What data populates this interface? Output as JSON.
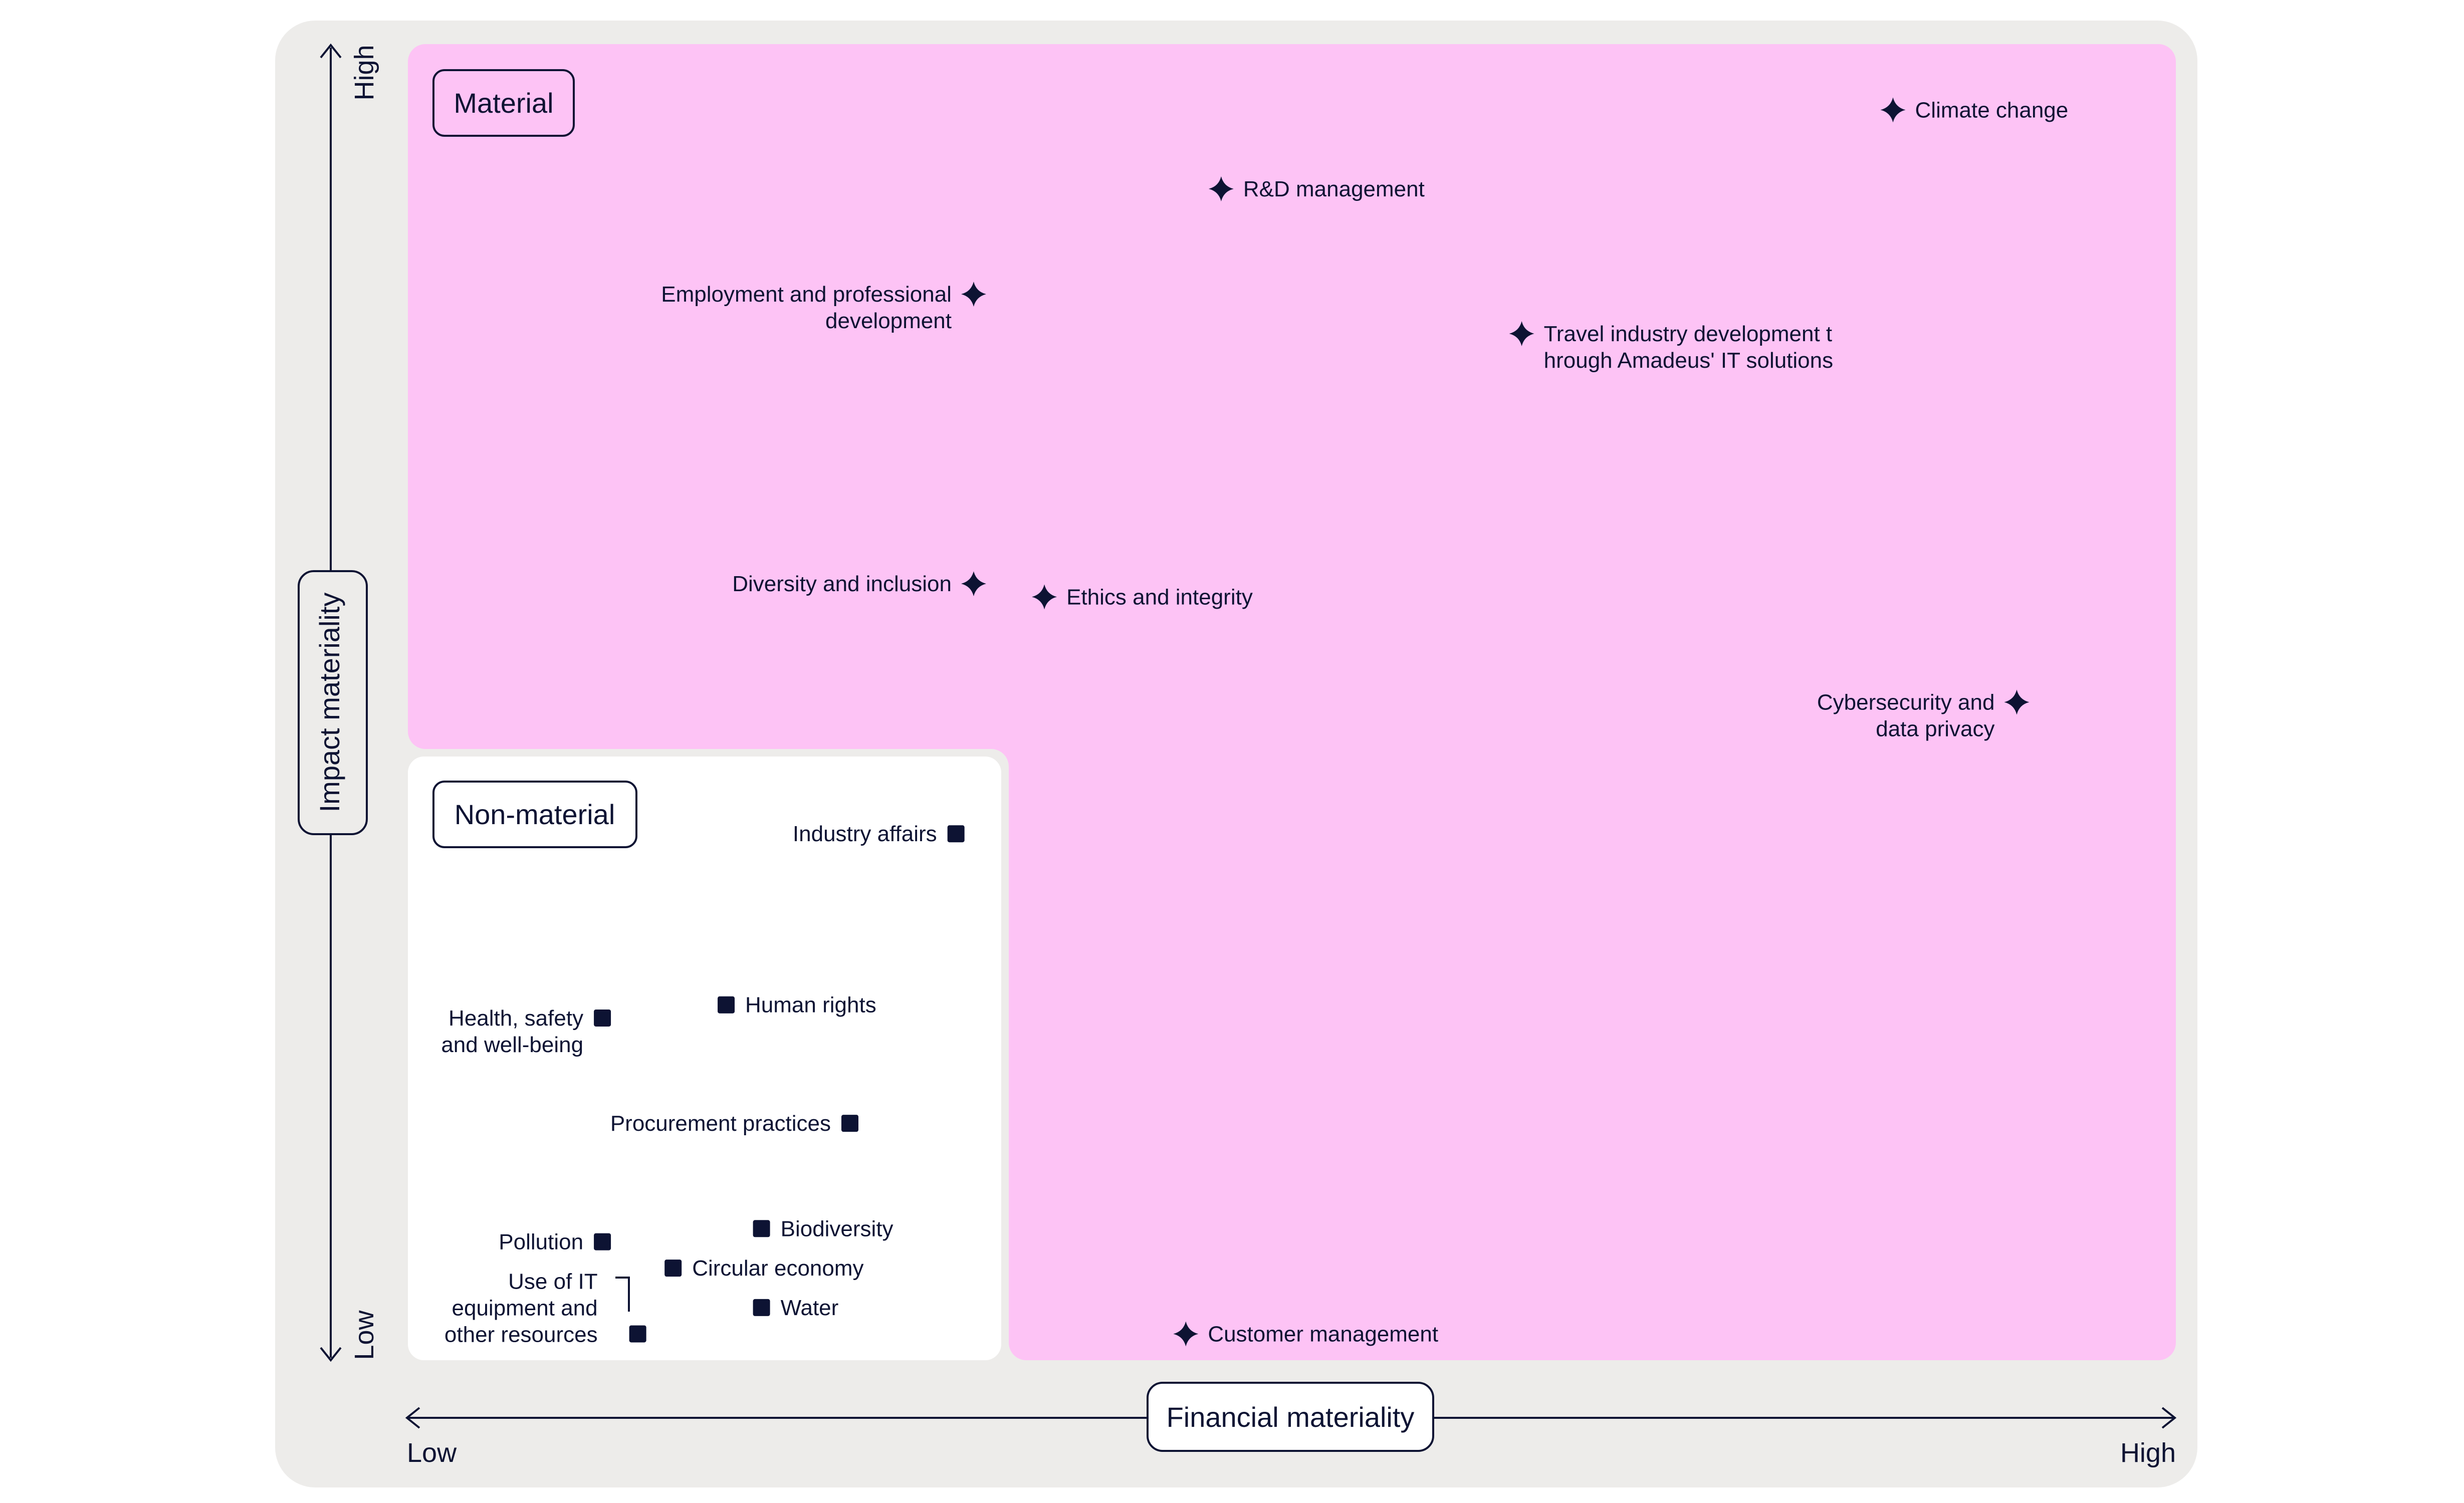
{
  "chart_data": {
    "type": "scatter",
    "title": "",
    "xlabel": "Financial materiality",
    "ylabel": "Impact materiality",
    "x_tick_labels": [
      "Low",
      "High"
    ],
    "y_tick_labels": [
      "Low",
      "High"
    ],
    "xlim": [
      0,
      100
    ],
    "ylim": [
      0,
      100
    ],
    "grid": false,
    "regions": [
      {
        "name": "Material",
        "color": "#fdc3f5"
      },
      {
        "name": "Non-material",
        "color": "#ffffff"
      }
    ],
    "series": [
      {
        "name": "Material",
        "marker": "four-point-star",
        "points": [
          {
            "label": "Climate change",
            "x": 84,
            "y": 95
          },
          {
            "label": "R&D management",
            "x": 46,
            "y": 89
          },
          {
            "label": "Employment and professional development",
            "x": 32,
            "y": 81
          },
          {
            "label": "Travel industry development through Amadeus' IT solutions",
            "x": 63,
            "y": 78
          },
          {
            "label": "Diversity and inclusion",
            "x": 32,
            "y": 59
          },
          {
            "label": "Ethics and integrity",
            "x": 36,
            "y": 58
          },
          {
            "label": "Cybersecurity and data privacy",
            "x": 91,
            "y": 50
          },
          {
            "label": "Customer management",
            "x": 44,
            "y": 2
          }
        ]
      },
      {
        "name": "Non-material",
        "marker": "square",
        "points": [
          {
            "label": "Industry affairs",
            "x": 31,
            "y": 40
          },
          {
            "label": "Human rights",
            "x": 18,
            "y": 27
          },
          {
            "label": "Health, safety and well-being",
            "x": 11,
            "y": 26
          },
          {
            "label": "Procurement practices",
            "x": 25,
            "y": 18
          },
          {
            "label": "Biodiversity",
            "x": 20,
            "y": 10
          },
          {
            "label": "Pollution",
            "x": 11,
            "y": 9
          },
          {
            "label": "Circular economy",
            "x": 15,
            "y": 7
          },
          {
            "label": "Water",
            "x": 20,
            "y": 4
          },
          {
            "label": "Use of IT equipment and other resources",
            "x": 13,
            "y": 2
          }
        ]
      }
    ]
  },
  "colors": {
    "navy": "#0d1333",
    "frame": "#edecea",
    "material": "#fdc3f5",
    "nonmaterial": "#ffffff"
  }
}
